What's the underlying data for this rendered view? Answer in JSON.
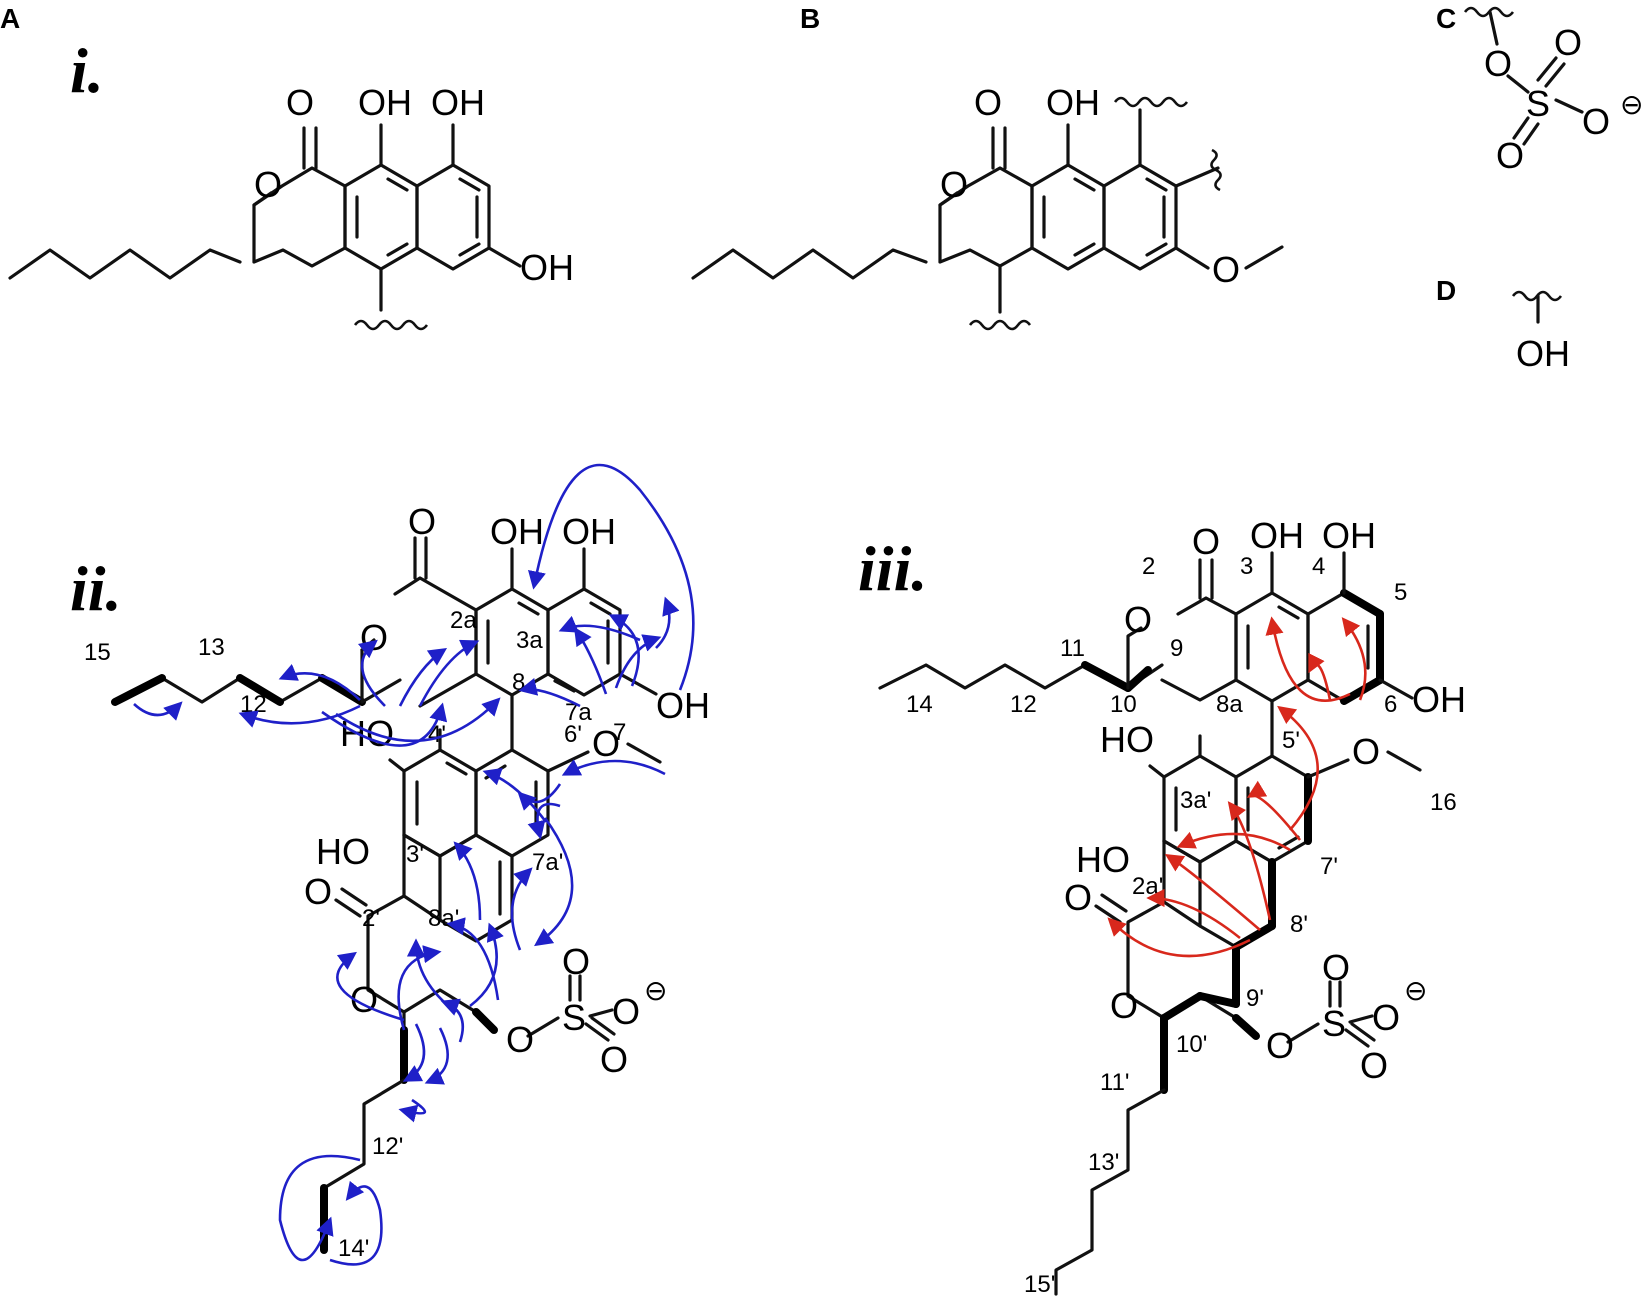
{
  "panels": {
    "a": "A",
    "b": "B",
    "c": "C",
    "d": "D"
  },
  "structures": {
    "i": "i.",
    "ii": "ii.",
    "iii": "iii."
  },
  "atoms": {
    "O": "O",
    "OH": "OH",
    "HO": "HO",
    "S": "S",
    "minus": "⊖"
  },
  "labels_ii": [
    "2a",
    "3a",
    "8",
    "7a",
    "7",
    "15",
    "13",
    "12",
    "4'",
    "6'",
    "3'",
    "7a'",
    "2'",
    "8a'",
    "12'",
    "14'"
  ],
  "labels_iii": [
    "2",
    "3",
    "4",
    "5",
    "6",
    "9",
    "8a",
    "11",
    "10",
    "14",
    "12",
    "5'",
    "16",
    "3a'",
    "7'",
    "2a'",
    "8'",
    "9'",
    "10'",
    "11'",
    "13'",
    "15'"
  ],
  "colors": {
    "hmbc_arrow": "#1f20c8",
    "noesy_arrow": "#d8281c",
    "bond": "#111111"
  }
}
